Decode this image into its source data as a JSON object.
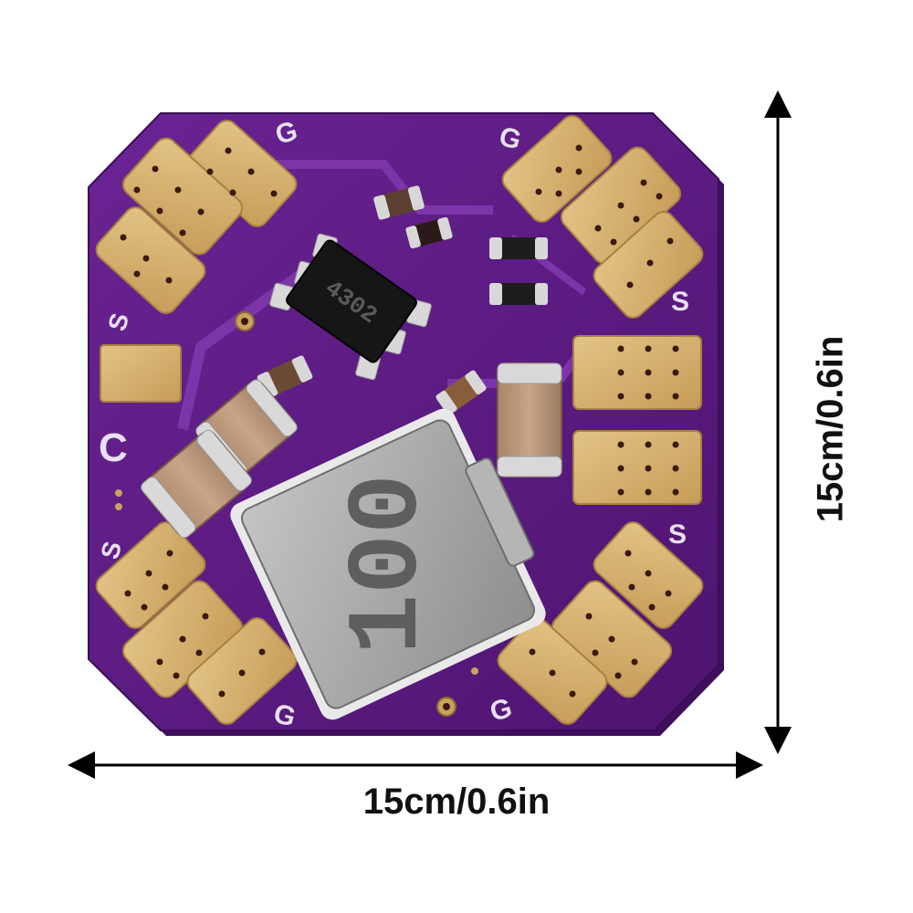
{
  "dimensions": {
    "width_label": "15cm/0.6in",
    "height_label": "15cm/0.6in"
  },
  "board": {
    "silkscreen": {
      "ground_label": "G",
      "signal_label": "S",
      "c_label": "C"
    },
    "chip_marking": "4302",
    "inductor_marking": "100"
  },
  "colors": {
    "pcb_purple": "#5e1a86",
    "pad_gold": "#d2ad6e",
    "inductor_silver": "#a9a9a9"
  }
}
